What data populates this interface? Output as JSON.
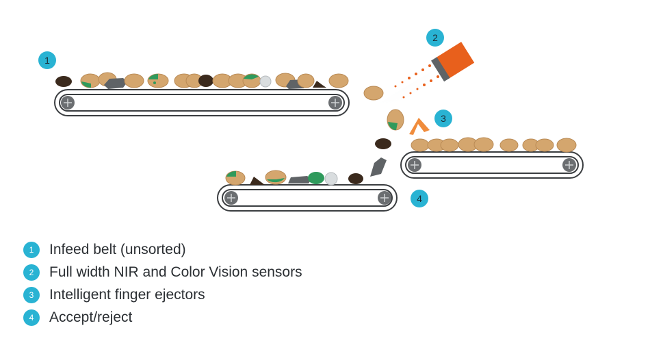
{
  "badges": [
    {
      "number": "1",
      "color": "#29b3d3"
    },
    {
      "number": "2",
      "color": "#29b3d3"
    },
    {
      "number": "3",
      "color": "#29b3d3"
    },
    {
      "number": "4",
      "color": "#29b3d3"
    }
  ],
  "legend": [
    {
      "number": "1",
      "text": "Infeed belt (unsorted)"
    },
    {
      "number": "2",
      "text": "Full width NIR and Color Vision sensors"
    },
    {
      "number": "3",
      "text": "Intelligent finger ejectors"
    },
    {
      "number": "4",
      "text": "Accept/reject"
    }
  ],
  "colors": {
    "accent": "#29b3d3",
    "potato": "#d4a66e",
    "rotten": "#3b2a1d",
    "green_defect": "#2f9a5c",
    "stone": "#5f6366",
    "sensor": "#e8601c",
    "belt_outline": "#3a3d40"
  },
  "icons": [
    "conveyor-roller-icon",
    "sensor-head-icon",
    "finger-ejector-icon"
  ]
}
